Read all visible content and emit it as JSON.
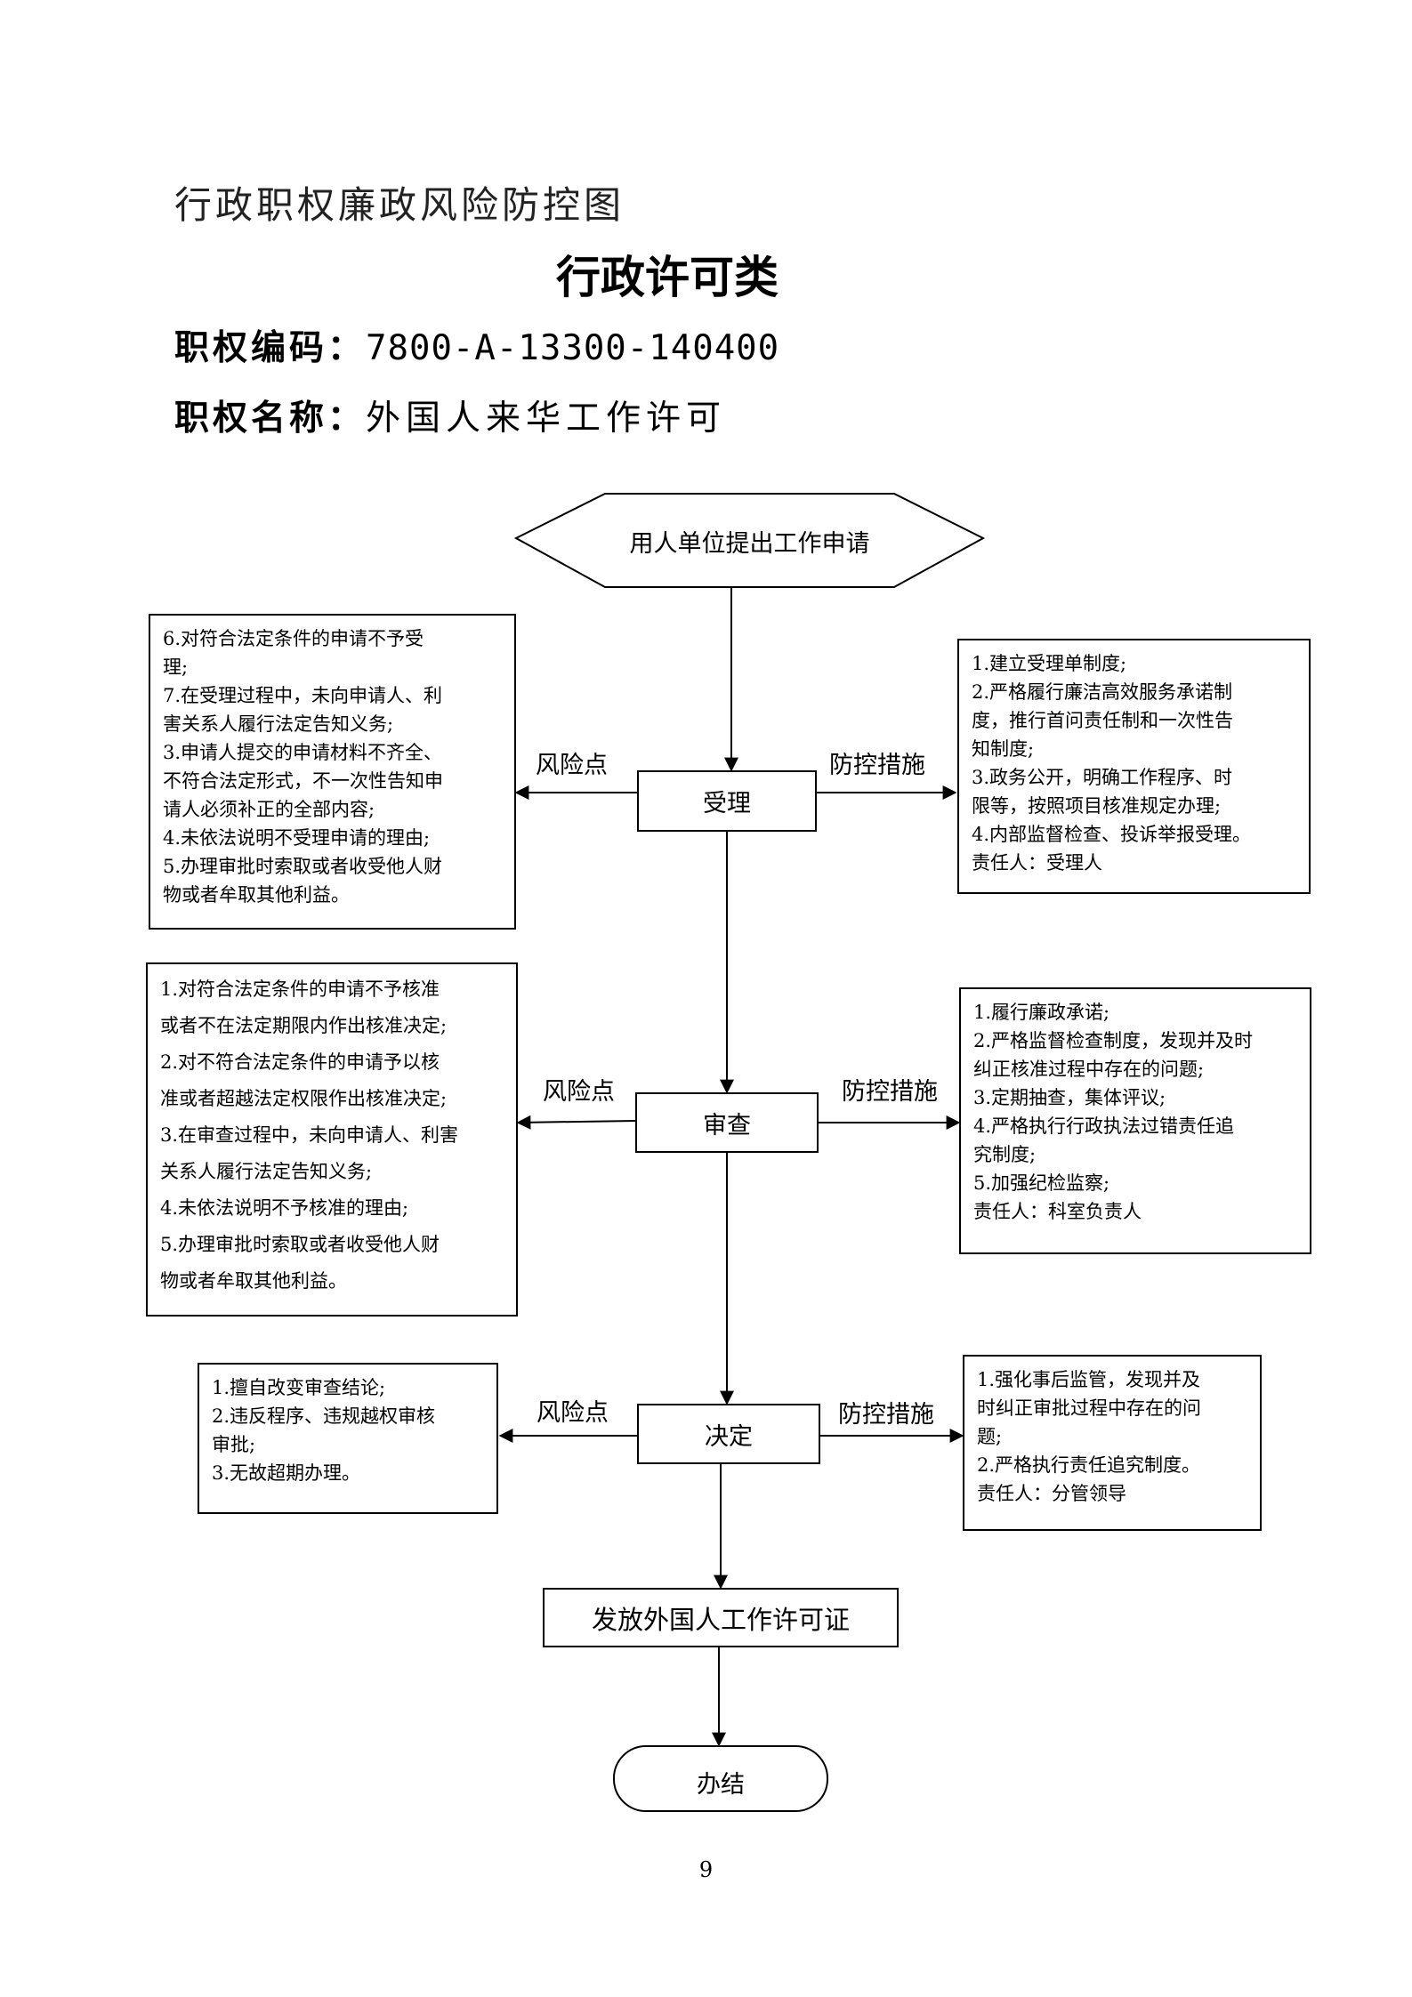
{
  "header": {
    "top_title": "行政职权廉政风险防控图",
    "category": "行政许可类",
    "code_label": "职权编码：",
    "code_value": "7800-A-13300-140400",
    "name_label": "职权名称：",
    "name_value": "外国人来华工作许可"
  },
  "flow": {
    "start": "用人单位提出工作申请",
    "risk_label": "风险点",
    "control_label": "防控措施",
    "steps": [
      {
        "title": "受理",
        "risks": [
          "6.对符合法定条件的申请不予受",
          "理;",
          "7.在受理过程中，未向申请人、利",
          "害关系人履行法定告知义务;",
          "3.申请人提交的申请材料不齐全、",
          "不符合法定形式，不一次性告知申",
          "请人必须补正的全部内容;",
          "4.未依法说明不受理申请的理由;",
          "5.办理审批时索取或者收受他人财",
          "物或者牟取其他利益。"
        ],
        "controls": [
          "1.建立受理单制度;",
          "2.严格履行廉洁高效服务承诺制",
          "度，推行首问责任制和一次性告",
          "知制度;",
          "3.政务公开，明确工作程序、时",
          "限等，按照项目核准规定办理;",
          "4.内部监督检查、投诉举报受理。",
          "责任人：受理人"
        ]
      },
      {
        "title": "审查",
        "risks": [
          "1.对符合法定条件的申请不予核准",
          "或者不在法定期限内作出核准决定;",
          "2.对不符合法定条件的申请予以核",
          "准或者超越法定权限作出核准决定;",
          "3.在审查过程中，未向申请人、利害",
          "关系人履行法定告知义务;",
          "4.未依法说明不予核准的理由;",
          "5.办理审批时索取或者收受他人财",
          "物或者牟取其他利益。"
        ],
        "controls": [
          "1.履行廉政承诺;",
          "2.严格监督检查制度，发现并及时",
          "纠正核准过程中存在的问题;",
          "3.定期抽查，集体评议;",
          "4.严格执行行政执法过错责任追",
          "究制度;",
          "5.加强纪检监察;",
          "责任人：科室负责人"
        ]
      },
      {
        "title": "决定",
        "risks": [
          "1.擅自改变审查结论;",
          "2.违反程序、违规越权审核",
          "审批;",
          "3.无故超期办理。"
        ],
        "controls": [
          "1.强化事后监管，发现并及",
          "时纠正审批过程中存在的问",
          "题;",
          "2.严格执行责任追究制度。",
          "责任人：分管领导"
        ]
      }
    ],
    "issue": "发放外国人工作许可证",
    "end": "办结"
  },
  "page_number": "9"
}
